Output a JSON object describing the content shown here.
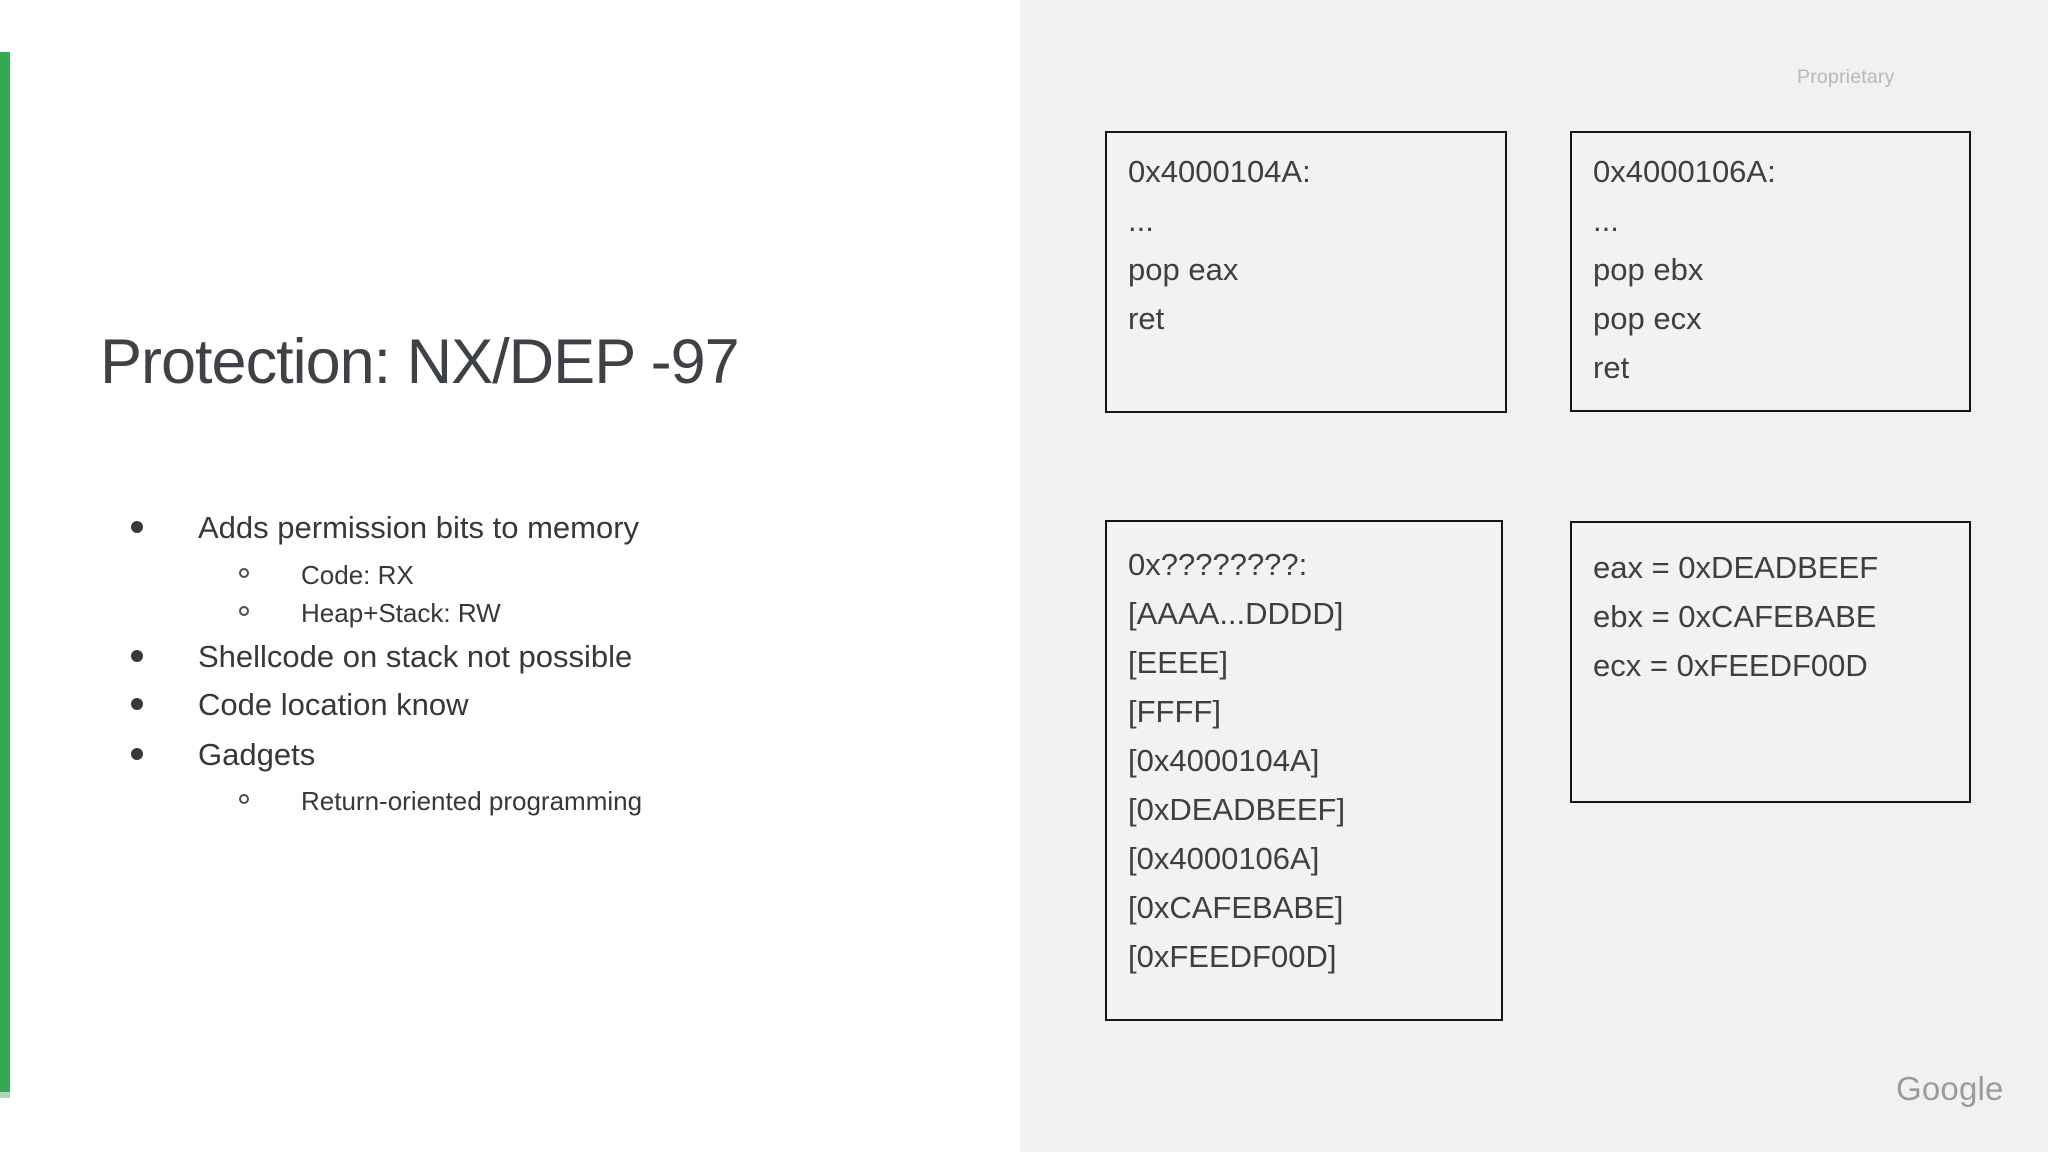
{
  "slide": {
    "title": "Protection: NX/DEP -97",
    "proprietary_label": "Proprietary",
    "logo_text": "Google",
    "bullets": [
      {
        "level": 1,
        "text": "Adds permission bits to memory"
      },
      {
        "level": 2,
        "text": "Code: RX"
      },
      {
        "level": 2,
        "text": "Heap+Stack: RW"
      },
      {
        "level": 1,
        "text": "Shellcode on stack not possible"
      },
      {
        "level": 1,
        "text": "Code location know"
      },
      {
        "level": 1,
        "text": "Gadgets"
      },
      {
        "level": 2,
        "text": "Return-oriented programming"
      }
    ],
    "boxes": {
      "gadget1": {
        "lines": [
          "0x4000104A:",
          "...",
          "pop eax",
          "ret"
        ]
      },
      "gadget2": {
        "lines": [
          "0x4000106A:",
          "...",
          "pop ebx",
          "pop ecx",
          "ret"
        ]
      },
      "stack": {
        "lines": [
          "0x????????:",
          "[AAAA...DDDD]",
          "[EEEE]",
          "[FFFF]",
          "[0x4000104A]",
          "[0xDEADBEEF]",
          "[0x4000106A]",
          "[0xCAFEBABE]",
          "[0xFEEDF00D]"
        ]
      },
      "registers": {
        "lines": [
          "eax = 0xDEADBEEF",
          "ebx = 0xCAFEBABE",
          "ecx = 0xFEEDF00D"
        ]
      }
    },
    "colors": {
      "accent_green": "#34a853",
      "panel_gray": "#f0f1f2",
      "text_dark": "#3c4043",
      "muted_gray": "#b7b9bb",
      "logo_gray": "#9b9b9b",
      "box_border": "#141414"
    }
  }
}
